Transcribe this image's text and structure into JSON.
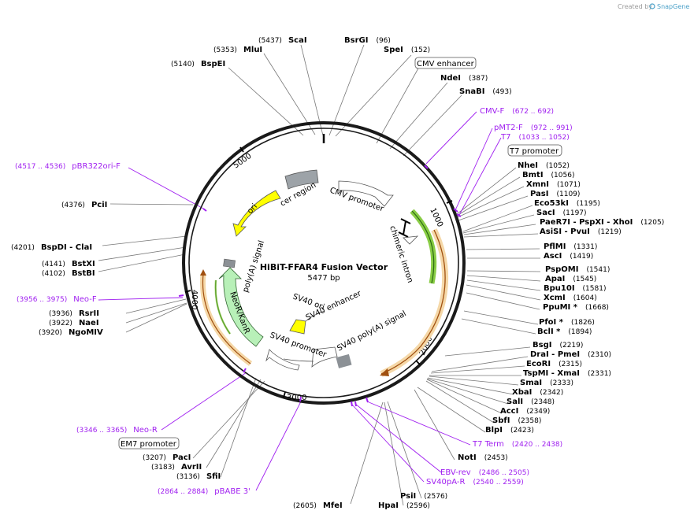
{
  "credit": {
    "prefix": "Created by",
    "brand": "SnapGene"
  },
  "plasmid": {
    "name": "HiBiT-FFAR4 Fusion Vector",
    "size": "5477 bp"
  },
  "ticks": [
    {
      "label": "1000"
    },
    {
      "label": "2000"
    },
    {
      "label": "3000"
    },
    {
      "label": "4000"
    },
    {
      "label": "5000"
    }
  ],
  "features": [
    {
      "label": "CMV promoter"
    },
    {
      "label": "chimeric intron"
    },
    {
      "label": "SV40 poly(A) signal"
    },
    {
      "label": "SV40 enhancer"
    },
    {
      "label": "SV40 ori"
    },
    {
      "label": "SV40 promoter"
    },
    {
      "label": "NeoR/KanR"
    },
    {
      "label": "poly(A) signal"
    },
    {
      "label": "ori"
    },
    {
      "label": "cer region"
    }
  ],
  "enzymes_right": [
    {
      "name": "BsrGI",
      "pos": "(96)"
    },
    {
      "name": "SpeI",
      "pos": "(152)"
    },
    {
      "name": "NdeI",
      "pos": "(387)"
    },
    {
      "name": "SnaBI",
      "pos": "(493)"
    },
    {
      "name": "NheI",
      "pos": "(1052)"
    },
    {
      "name": "BmtI",
      "pos": "(1056)"
    },
    {
      "name": "XmnI",
      "pos": "(1071)"
    },
    {
      "name": "PasI",
      "pos": "(1109)"
    },
    {
      "name": "Eco53kI",
      "pos": "(1195)"
    },
    {
      "name": "SacI",
      "pos": "(1197)"
    },
    {
      "name": "PaeR7I - PspXI - XhoI",
      "pos": "(1205)"
    },
    {
      "name": "AsiSI - PvuI",
      "pos": "(1219)"
    },
    {
      "name": "PflMI",
      "pos": "(1331)"
    },
    {
      "name": "AscI",
      "pos": "(1419)"
    },
    {
      "name": "PspOMI",
      "pos": "(1541)"
    },
    {
      "name": "ApaI",
      "pos": "(1545)"
    },
    {
      "name": "Bpu10I",
      "pos": "(1581)"
    },
    {
      "name": "XcmI",
      "pos": "(1604)"
    },
    {
      "name": "PpuMI *",
      "pos": "(1668)"
    },
    {
      "name": "PfoI *",
      "pos": "(1826)"
    },
    {
      "name": "BclI *",
      "pos": "(1894)"
    },
    {
      "name": "BsgI",
      "pos": "(2219)"
    },
    {
      "name": "DraI - PmeI",
      "pos": "(2310)"
    },
    {
      "name": "EcoRI",
      "pos": "(2315)"
    },
    {
      "name": "TspMI - XmaI",
      "pos": "(2331)"
    },
    {
      "name": "SmaI",
      "pos": "(2333)"
    },
    {
      "name": "XbaI",
      "pos": "(2342)"
    },
    {
      "name": "SalI",
      "pos": "(2348)"
    },
    {
      "name": "AccI",
      "pos": "(2349)"
    },
    {
      "name": "SbfI",
      "pos": "(2358)"
    },
    {
      "name": "BlpI",
      "pos": "(2423)"
    },
    {
      "name": "NotI",
      "pos": "(2453)"
    },
    {
      "name": "PsiI",
      "pos": "(2576)"
    },
    {
      "name": "HpaI",
      "pos": "(2596)"
    }
  ],
  "enzymes_left": [
    {
      "name": "ScaI",
      "pos": "(5437)"
    },
    {
      "name": "MluI",
      "pos": "(5353)"
    },
    {
      "name": "BspEI",
      "pos": "(5140)"
    },
    {
      "name": "PciI",
      "pos": "(4376)"
    },
    {
      "name": "BspDI - ClaI",
      "pos": "(4201)"
    },
    {
      "name": "BstXI",
      "pos": "(4141)"
    },
    {
      "name": "BstBI",
      "pos": "(4102)"
    },
    {
      "name": "RsrII",
      "pos": "(3936)"
    },
    {
      "name": "NaeI",
      "pos": "(3922)"
    },
    {
      "name": "NgoMIV",
      "pos": "(3920)"
    },
    {
      "name": "PacI",
      "pos": "(3207)"
    },
    {
      "name": "AvrII",
      "pos": "(3183)"
    },
    {
      "name": "SfiI",
      "pos": "(3136)"
    },
    {
      "name": "MfeI",
      "pos": "(2605)"
    }
  ],
  "primers": [
    {
      "name": "CMV-F",
      "range": "(672 .. 692)"
    },
    {
      "name": "pMT2-F",
      "range": "(972 .. 991)"
    },
    {
      "name": "T7",
      "range": "(1033 .. 1052)"
    },
    {
      "name": "T7 Term",
      "range": "(2420 .. 2438)"
    },
    {
      "name": "EBV-rev",
      "range": "(2486 .. 2505)"
    },
    {
      "name": "SV40pA-R",
      "range": "(2540 .. 2559)"
    },
    {
      "name": "pBABE 3'",
      "range": "(2864 .. 2884)"
    },
    {
      "name": "Neo-R",
      "range": "(3346 .. 3365)"
    },
    {
      "name": "Neo-F",
      "range": "(3956 .. 3975)"
    },
    {
      "name": "pBR322ori-F",
      "range": "(4517 .. 4536)"
    }
  ],
  "boxed_features": [
    {
      "label": "CMV enhancer"
    },
    {
      "label": "T7 promoter"
    },
    {
      "label": "EM7 promoter"
    }
  ],
  "colors": {
    "backbone": "#1a1a1a",
    "primer": "#a020f0",
    "ori": "#ffff00",
    "promoter": "#ffffff",
    "intron": "#88cc44",
    "cds_orange": "#e8a050",
    "neor": "#b8f0b8",
    "terminator": "#8c9196"
  }
}
